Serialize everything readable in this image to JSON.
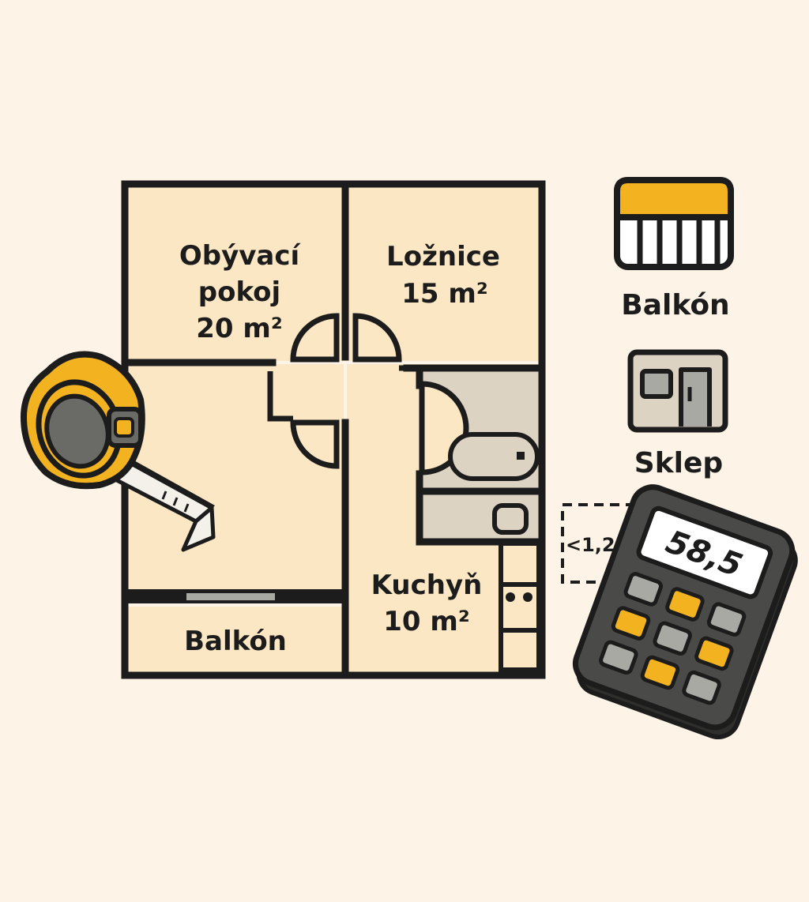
{
  "rooms": {
    "living": {
      "line1": "Obývací",
      "line2": "pokoj",
      "area": "20 m²"
    },
    "bedroom": {
      "name": "Ložnice",
      "area": "15 m²"
    },
    "kitchen": {
      "name": "Kuchyň",
      "area": "10 m²"
    },
    "balcony": {
      "name": "Balkón"
    }
  },
  "legend": {
    "balcony_label": "Balkón",
    "cellar_label": "Sklep"
  },
  "dimension_note": "<1,2 m",
  "calculator": {
    "display": "58,5"
  },
  "colors": {
    "background": "#fdf3e6",
    "room_fill": "#fbe7c3",
    "bathroom_fill": "#ddd3c2",
    "wall": "#1c1c1c",
    "accent_yellow": "#f3b321",
    "calculator_body": "#4a4a48"
  },
  "icons": [
    "tape-measure-icon",
    "balcony-icon",
    "cellar-icon",
    "calculator-icon"
  ]
}
